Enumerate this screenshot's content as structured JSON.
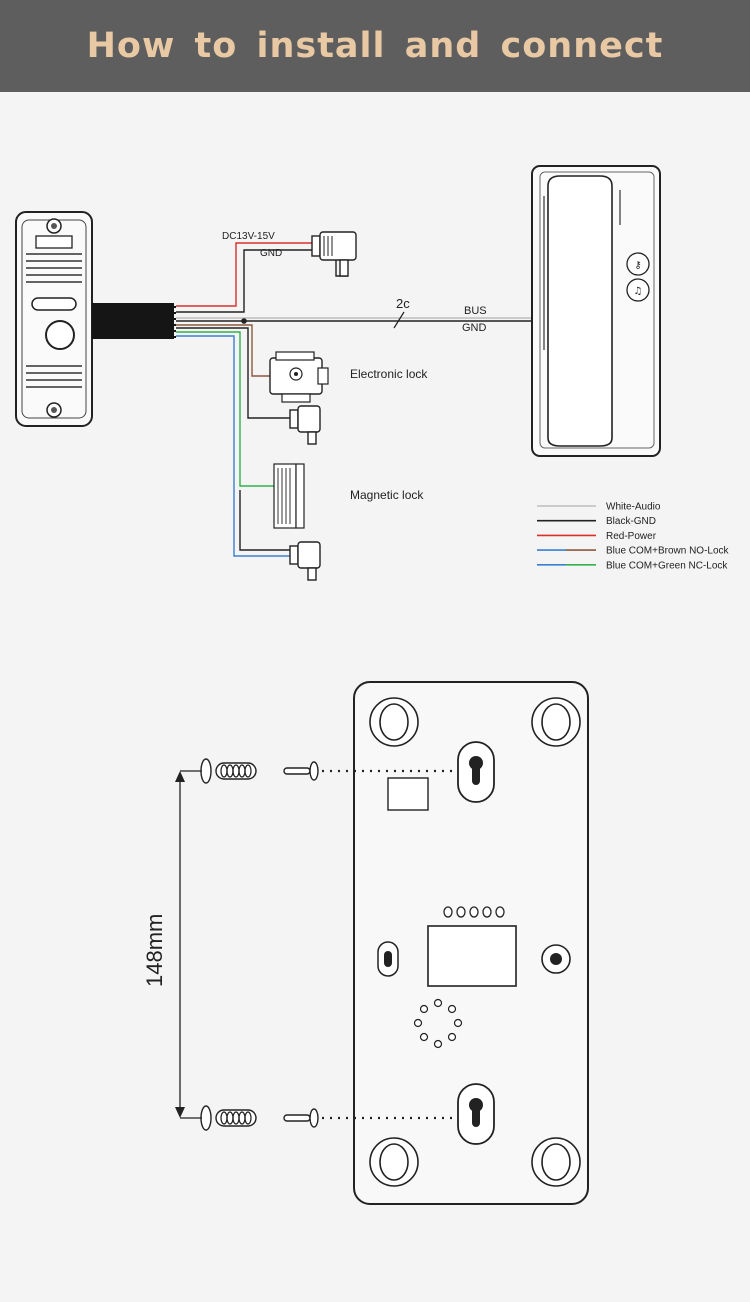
{
  "header": {
    "title": "How to install and connect"
  },
  "wiring": {
    "power_label": "DC13V-15V",
    "power_gnd_label": "GND",
    "cable_label": "2c",
    "bus_label": "BUS",
    "bus_gnd_label": "GND",
    "electronic_lock_label": "Electronic lock",
    "magnetic_lock_label": "Magnetic lock"
  },
  "legend": [
    {
      "label": "White-Audio",
      "color1": "#bdbdbd",
      "color2": "#bdbdbd"
    },
    {
      "label": "Black-GND",
      "color1": "#222222",
      "color2": "#222222"
    },
    {
      "label": "Red-Power",
      "color1": "#d9302c",
      "color2": "#d9302c"
    },
    {
      "label": "Blue COM+Brown NO-Lock",
      "color1": "#3b7fd1",
      "color2": "#8a5a3c"
    },
    {
      "label": "Blue COM+Green NC-Lock",
      "color1": "#3b7fd1",
      "color2": "#2fb34a"
    }
  ],
  "mounting": {
    "distance_label": "148mm"
  },
  "colors": {
    "header_bg": "#5e5e5e",
    "title": "#e8c9a4",
    "page_bg": "#f4f4f4"
  }
}
